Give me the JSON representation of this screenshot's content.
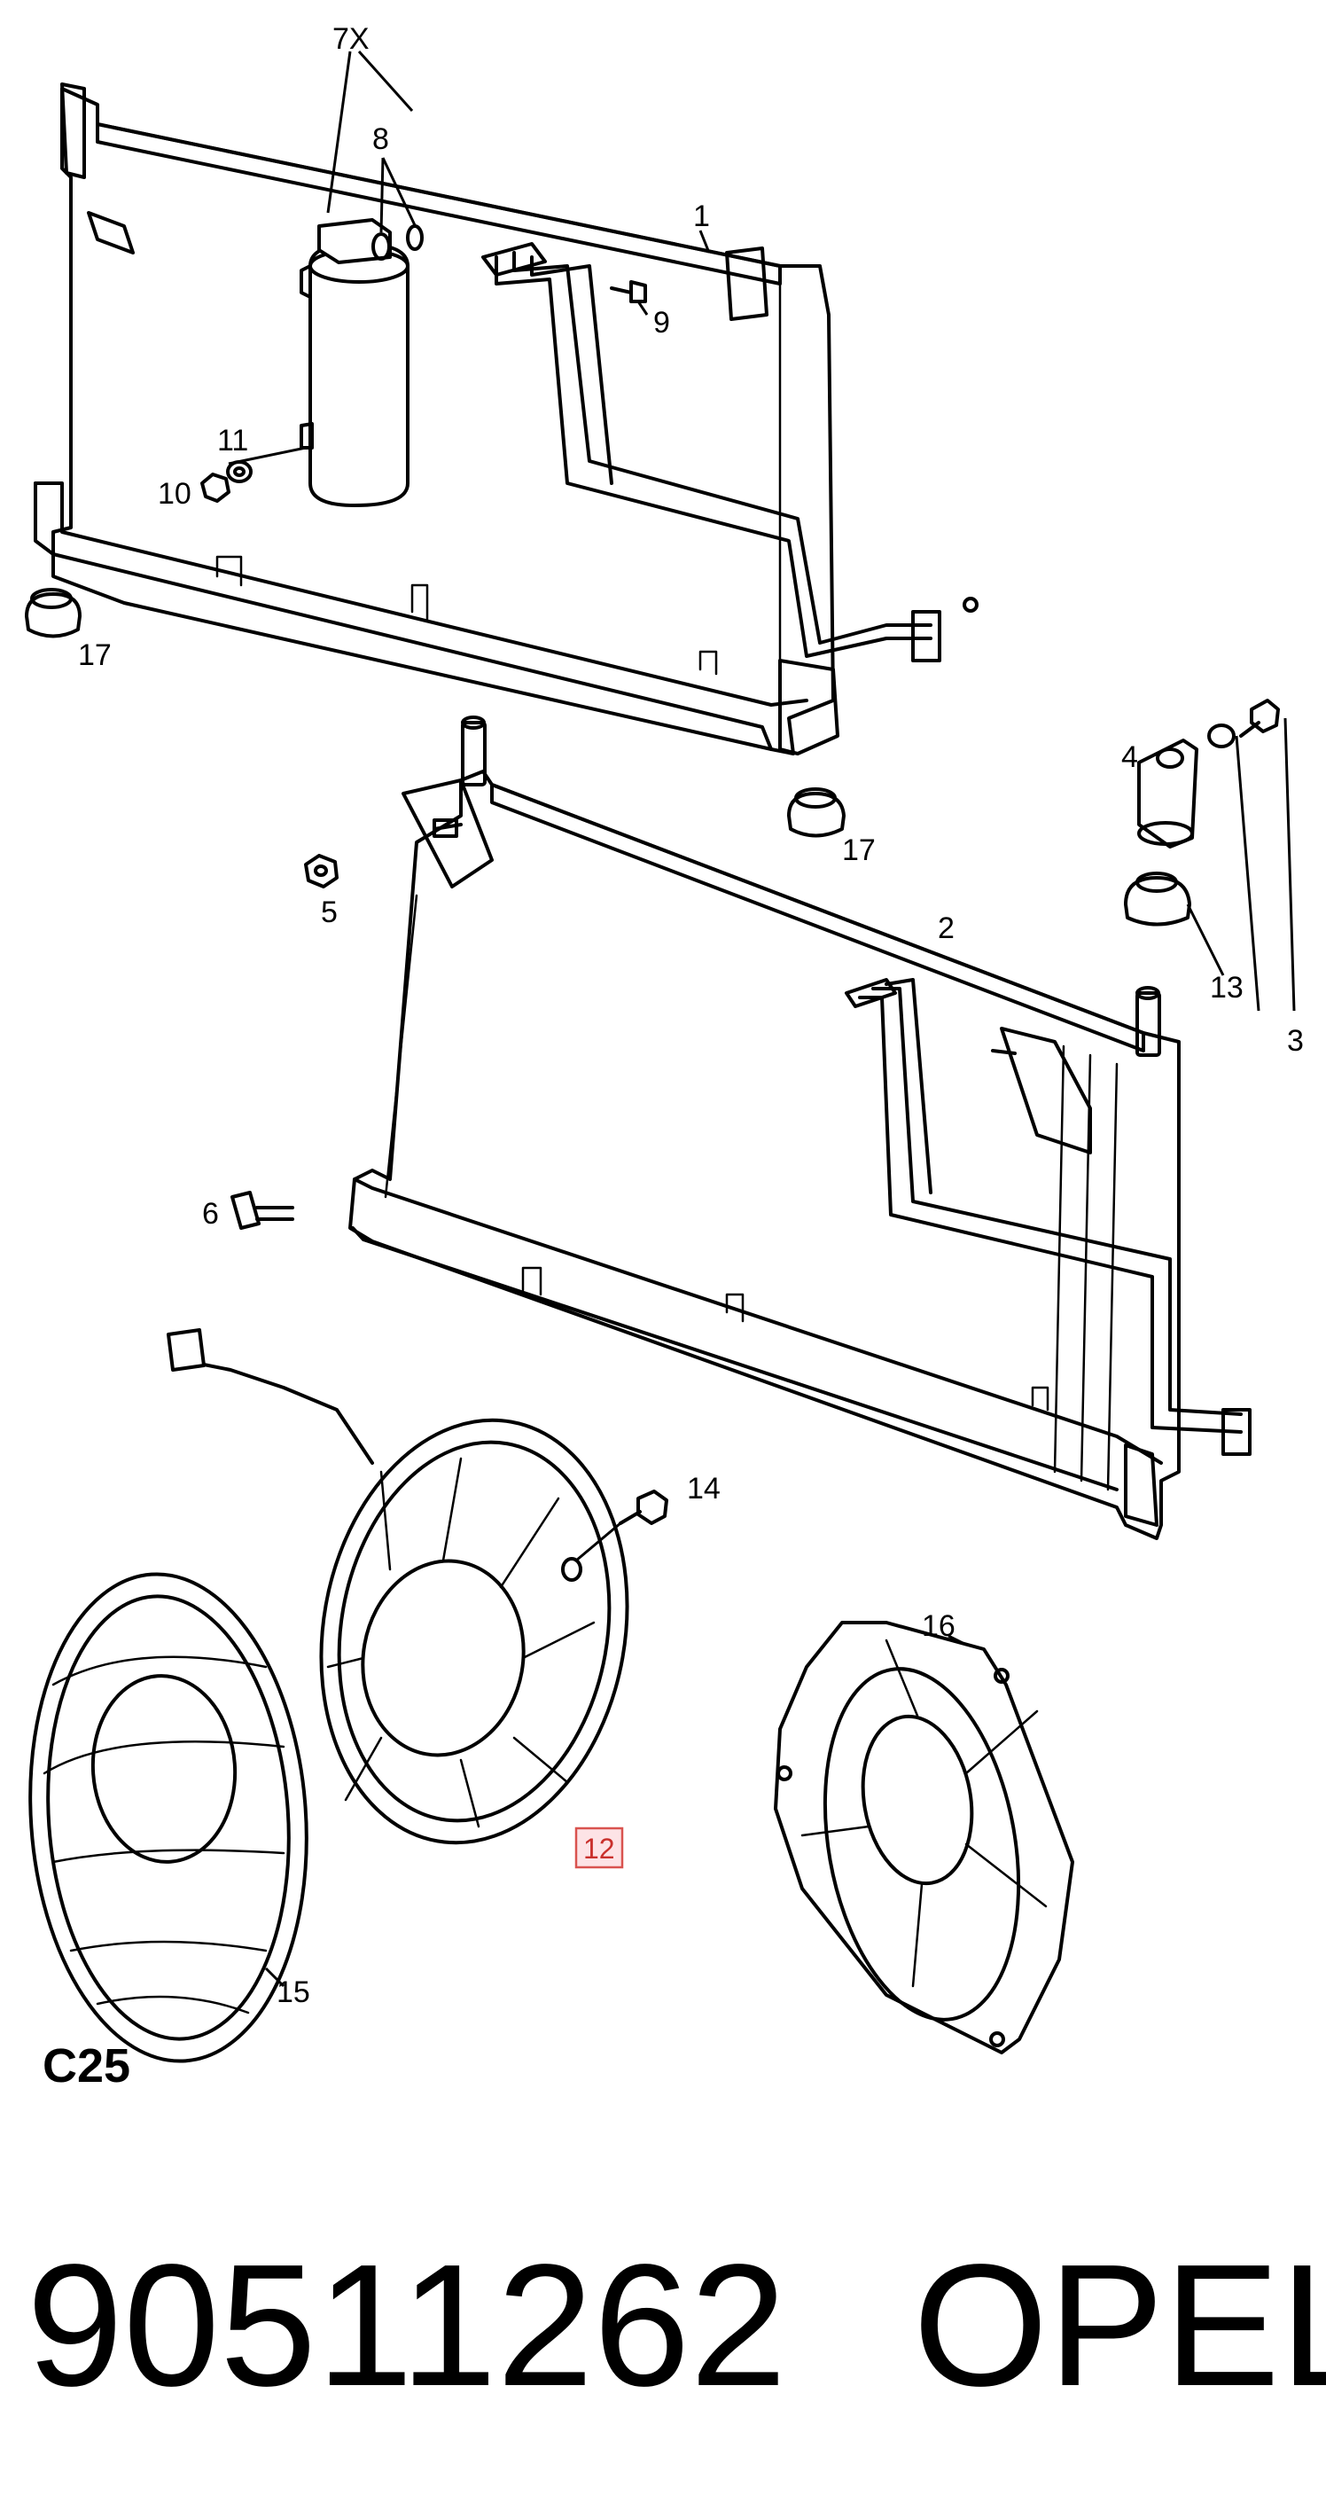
{
  "diagram": {
    "section_code": "C25",
    "highlighted_callout": "12",
    "highlight_color": "#d9534f",
    "callouts": {
      "c7x": "7X",
      "c8": "8",
      "c1": "1",
      "c9": "9",
      "c11": "11",
      "c10": "10",
      "c17a": "17",
      "c17b": "17",
      "c4": "4",
      "c5": "5",
      "c2": "2",
      "c13": "13",
      "c3": "3",
      "c6": "6",
      "c14": "14",
      "c16": "16",
      "c12": "12",
      "c15": "15"
    }
  },
  "footer": {
    "part_number": "90511262",
    "brand": "OPEL"
  }
}
